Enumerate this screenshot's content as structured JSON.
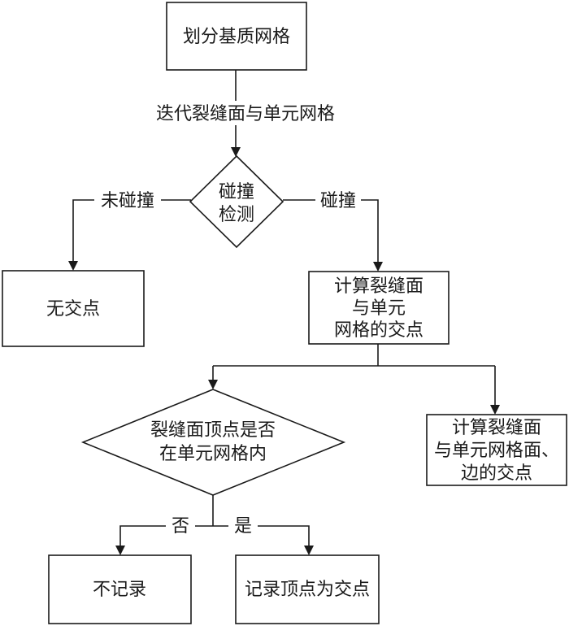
{
  "nodes": {
    "divide_mesh": "划分基质网格",
    "collision_check": [
      "碰撞",
      "检测"
    ],
    "no_intersection": "无交点",
    "compute_intersection": [
      "计算裂缝面",
      "与单元",
      "网格的交点"
    ],
    "vertex_check": [
      "裂缝面顶点是否",
      "在单元网格内"
    ],
    "compute_face_edge": [
      "计算裂缝面",
      "与单元网格面、",
      "边的交点"
    ],
    "no_record": "不记录",
    "record_vertex": "记录顶点为交点"
  },
  "edges": {
    "iterate": "迭代裂缝面与单元网格",
    "no_collision": "未碰撞",
    "collision": "碰撞",
    "no": "否",
    "yes": "是"
  }
}
